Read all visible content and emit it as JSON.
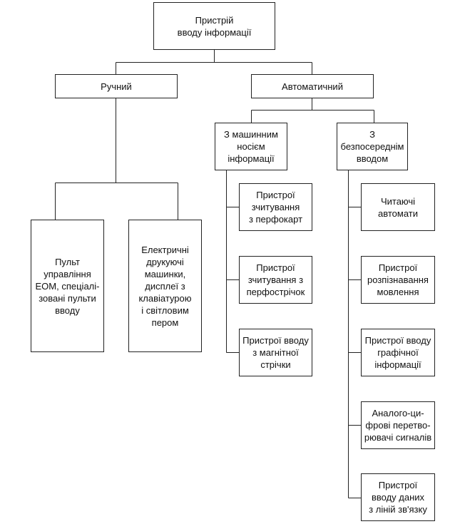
{
  "root": "Пристрій\nвводу інформації",
  "manual": {
    "label": "Ручний",
    "children": [
      "Пульт\nуправління\nЕОМ, спеціалі-\nзовані пульти\nвводу",
      "Електричні\nдрукуючі\nмашинки,\nдисплеї з\nклавіатурою\nі світловим\nпером"
    ]
  },
  "automatic": {
    "label": "Автоматичний",
    "machine_media": {
      "label": "З машинним\nносієм\nінформації",
      "children": [
        "Пристрої\nзчитування\nз перфокарт",
        "Пристрої\nзчитування з\nперфострічок",
        "Пристрої вводу\nз магнітної\nстрічки"
      ]
    },
    "direct_input": {
      "label": "З\nбезпосереднім\nвводом",
      "children": [
        "Читаючі\nавтомати",
        "Пристрої\nрозпізнавання\nмовлення",
        "Пристрої вводу\nграфічної\nінформації",
        "Аналого-ци-\nфрові перетво-\nрювачі сигналів",
        "Пристрої\nвводу даних\nз ліній зв'язку"
      ]
    }
  }
}
